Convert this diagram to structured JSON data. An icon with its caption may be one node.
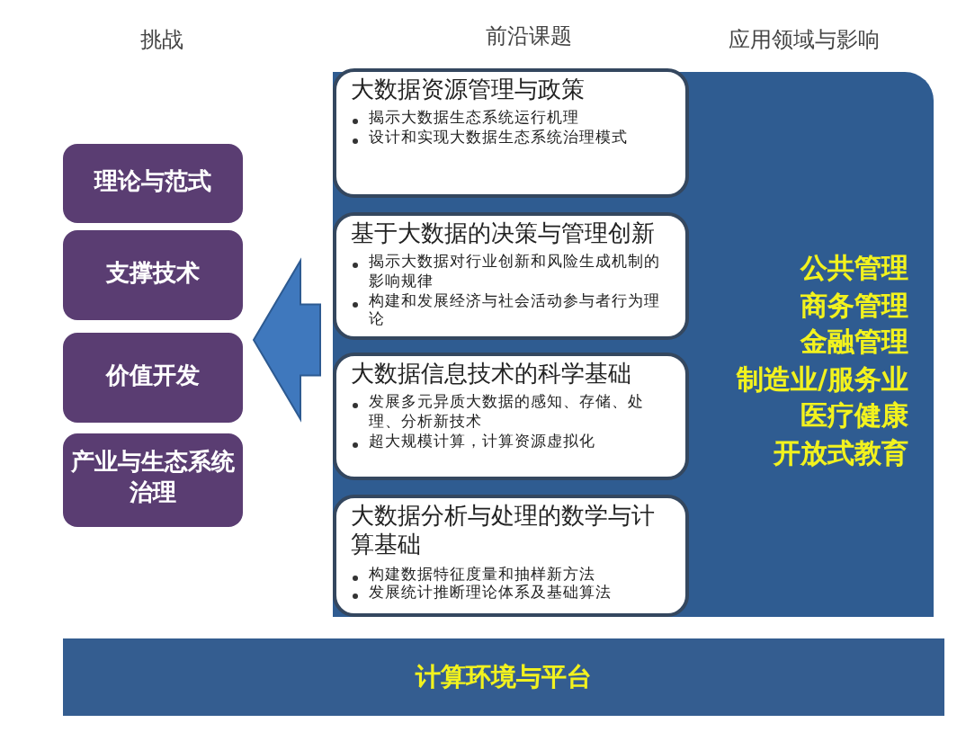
{
  "diagram": {
    "nodes": [
      {
        "text": [
          "理论与范式"
        ]
      },
      {
        "text": [
          "支撑技术"
        ]
      },
      {
        "text": [
          "价值开发"
        ]
      },
      {
        "text": [
          "产业与生态系统治理"
        ]
      },
      {
        "text": [
          "公共管理",
          "商务管理",
          "金融管理",
          "制造业/服务业",
          "医疗健康",
          "开放式教育"
        ]
      },
      {
        "text": [
          "大数据资源管理与政策",
          "揭示大数据生态系统运行机理",
          "设计和实现大数据生态系统治理模式"
        ],
        "in": 4
      },
      {
        "text": [
          "基于大数据的决策与管理创新",
          "揭示大数据对行业创新和风险生成机制的影响规律",
          "构建和发展经济与社会活动参与者行为理论"
        ],
        "in": 4
      },
      {
        "text": [
          "大数据信息技术的科学基础",
          "发展多元异质大数据的感知、存储、处理、分析新技术",
          "超大规模计算，计算资源虚拟化"
        ],
        "in": 4
      },
      {
        "text": [
          "大数据分析与处理的数学与计算基础",
          "构建数据特征度量和抽样新方法",
          "发展统计推断理论体系及基础算法"
        ],
        "in": 4
      },
      {
        "text": [
          "计算环境与平台"
        ]
      }
    ],
    "edges": [
      {
        "from": null,
        "to": 2,
        "arrow": "to",
        "style": "thick"
      }
    ],
    "labels": [
      "挑战",
      "前沿课题",
      "应用领域与影响"
    ]
  }
}
